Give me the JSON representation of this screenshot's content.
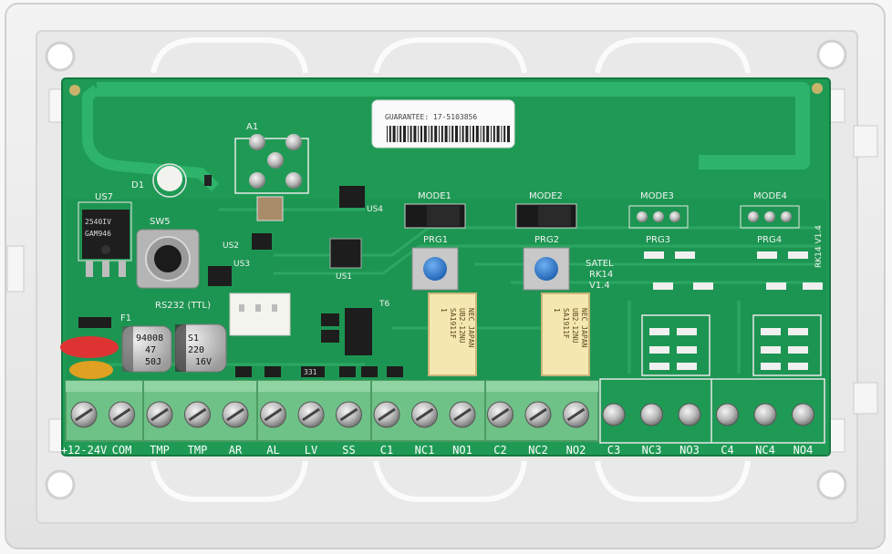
{
  "board": {
    "sticker": "GUARANTEE: 17-5103856",
    "brand": "SATEL",
    "model": "RK14",
    "version": "V1.4",
    "side_model": "RK14 V1.4",
    "antenna_label": "A1",
    "led_label": "D1",
    "reg_label": "US7",
    "reg_marking_1": "2540IV",
    "reg_marking_2": "GAM946",
    "switch_label": "SW5",
    "us2_label": "US2",
    "us3_label": "US3",
    "us1_label": "US1",
    "us4_label": "US4",
    "t6_label": "T6",
    "rs232_label": "RS232 (TTL)",
    "fuse_label": "F1",
    "cap1_lines": [
      "94008",
      "47",
      "50J"
    ],
    "cap2_lines": [
      "S1",
      "220",
      "16V"
    ],
    "res_marking": "331"
  },
  "modes": [
    {
      "label": "MODE1",
      "prg": "PRG1"
    },
    {
      "label": "MODE2",
      "prg": "PRG2"
    },
    {
      "label": "MODE3",
      "prg": "PRG3"
    },
    {
      "label": "MODE4",
      "prg": "PRG4"
    }
  ],
  "relays": [
    {
      "lines": [
        "1",
        "SA1911F",
        "UB2-12NU",
        "NEC JAPAN"
      ]
    },
    {
      "lines": [
        "1",
        "SA1911F",
        "UB2-12NU",
        "NEC JAPAN"
      ]
    }
  ],
  "terminals": [
    {
      "label": "+12-24V"
    },
    {
      "label": "COM"
    },
    {
      "label": "TMP"
    },
    {
      "label": "TMP"
    },
    {
      "label": "AR"
    },
    {
      "label": "AL"
    },
    {
      "label": "LV"
    },
    {
      "label": "SS"
    },
    {
      "label": "C1"
    },
    {
      "label": "NC1"
    },
    {
      "label": "NO1"
    },
    {
      "label": "C2"
    },
    {
      "label": "NC2"
    },
    {
      "label": "NO2"
    },
    {
      "label": "C3"
    },
    {
      "label": "NC3"
    },
    {
      "label": "NO3"
    },
    {
      "label": "C4"
    },
    {
      "label": "NC4"
    },
    {
      "label": "NO4"
    }
  ],
  "colors": {
    "pcb": "#1f9a55",
    "pcb_trace": "#2eb36a",
    "enclosure": "#ececec",
    "terminal_green": "#6fc287",
    "button_blue": "#2f7fd6"
  }
}
